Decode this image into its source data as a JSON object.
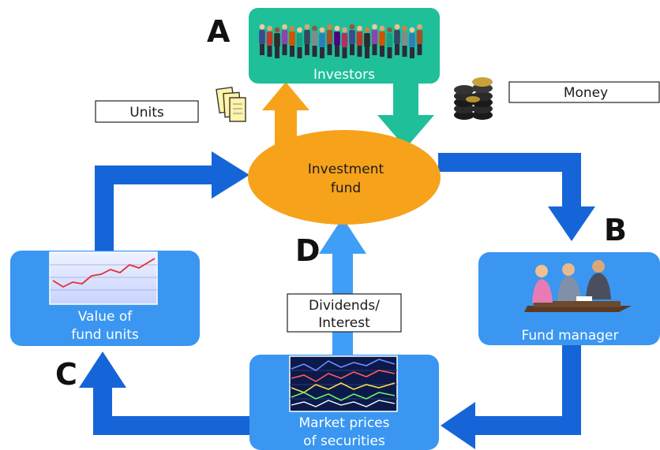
{
  "diagram": {
    "nodes": {
      "investors": "Investors",
      "investment_fund_line1": "Investment",
      "investment_fund_line2": "fund",
      "fund_manager": "Fund manager",
      "market_prices_line1": "Market prices",
      "market_prices_line2": "of securities",
      "value_units_line1": "Value of",
      "value_units_line2": "fund units"
    },
    "labels": {
      "units": "Units",
      "money": "Money",
      "dividends_line1": "Dividends/",
      "dividends_line2": "Interest"
    },
    "letters": {
      "a": "A",
      "b": "B",
      "c": "C",
      "d": "D"
    }
  },
  "colors": {
    "teal": "#1fbf9a",
    "orange": "#f7a21b",
    "blue_arrow": "#1565d8",
    "light_blue": "#3f9ef5",
    "box_blue": "#3a96f0"
  }
}
